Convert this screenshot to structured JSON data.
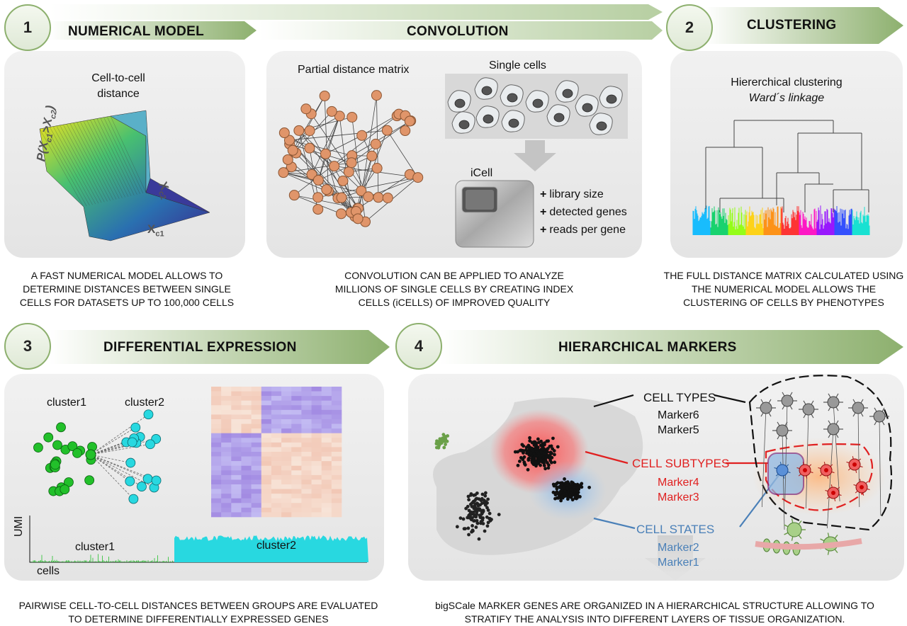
{
  "steps": {
    "s1": {
      "number": "1",
      "title": "NUMERICAL MODEL"
    },
    "conv": {
      "title": "CONVOLUTION"
    },
    "s2": {
      "number": "2",
      "title": "CLUSTERING"
    },
    "s3": {
      "number": "3",
      "title": "DIFFERENTIAL EXPRESSION"
    },
    "s4": {
      "number": "4",
      "title": "HIERARCHICAL MARKERS"
    }
  },
  "panel1": {
    "title_line1": "Cell-to-cell",
    "title_line2": "distance",
    "axis_p": "P(X",
    "axis_p_sub1": "c1",
    "axis_p_mid": ">X",
    "axis_p_sub2": "c2",
    "axis_p_end": ")",
    "axis_xc2": "X",
    "axis_xc2_sub": "c2",
    "axis_xc1": "X",
    "axis_xc1_sub": "c1",
    "caption": "A FAST NUMERICAL MODEL ALLOWS TO DETERMINE DISTANCES BETWEEN SINGLE CELLS FOR DATASETS UP TO 100,000 CELLS"
  },
  "panel_conv": {
    "matrix_label": "Partial distance matrix",
    "single_cells_label": "Single cells",
    "icell_label": "iCell",
    "bullets": [
      {
        "mark": "+",
        "text": "library size"
      },
      {
        "mark": "+",
        "text": "detected genes"
      },
      {
        "mark": "+",
        "text": "reads per gene"
      }
    ],
    "caption": "CONVOLUTION CAN BE APPLIED TO ANALYZE MILLIONS OF SINGLE CELLS BY CREATING INDEX CELLS (iCELLS) OF IMPROVED QUALITY"
  },
  "panel2": {
    "title_line1": "Hiererchical clustering",
    "title_line2": "Ward´s linkage",
    "caption": "THE FULL DISTANCE MATRIX CALCULATED USING THE NUMERICAL MODEL ALLOWS THE CLUSTERING OF CELLS BY PHENOTYPES"
  },
  "panel3": {
    "cluster1_label": "cluster1",
    "cluster2_label": "cluster2",
    "umi_label": "UMI",
    "cells_label": "cells",
    "track_cluster1": "cluster1",
    "track_cluster2": "cluster2",
    "caption": "PAIRWISE CELL-TO-CELL DISTANCES BETWEEN GROUPS ARE EVALUATED TO DETERMINE DIFFERENTIALLY EXPRESSED GENES"
  },
  "panel4": {
    "cell_types": "CELL TYPES",
    "marker6": "Marker6",
    "marker5": "Marker5",
    "cell_subtypes": "CELL SUBTYPES",
    "marker4": "Marker4",
    "marker3": "Marker3",
    "cell_states": "CELL STATES",
    "marker2": "Marker2",
    "marker1": "Marker1",
    "caption": "bigSCale MARKER GENES ARE ORGANIZED IN A HIERARCHICAL STRUCTURE ALLOWING TO STRATIFY THE ANALYSIS INTO DIFFERENT LAYERS OF TISSUE ORGANIZATION."
  },
  "colors": {
    "banner_green": "#8db06e",
    "red": "#e02020",
    "blue": "#4a80b8",
    "cyan": "#28d8e0",
    "green_cell": "#22c02a",
    "orange_node": "#e0956a"
  }
}
